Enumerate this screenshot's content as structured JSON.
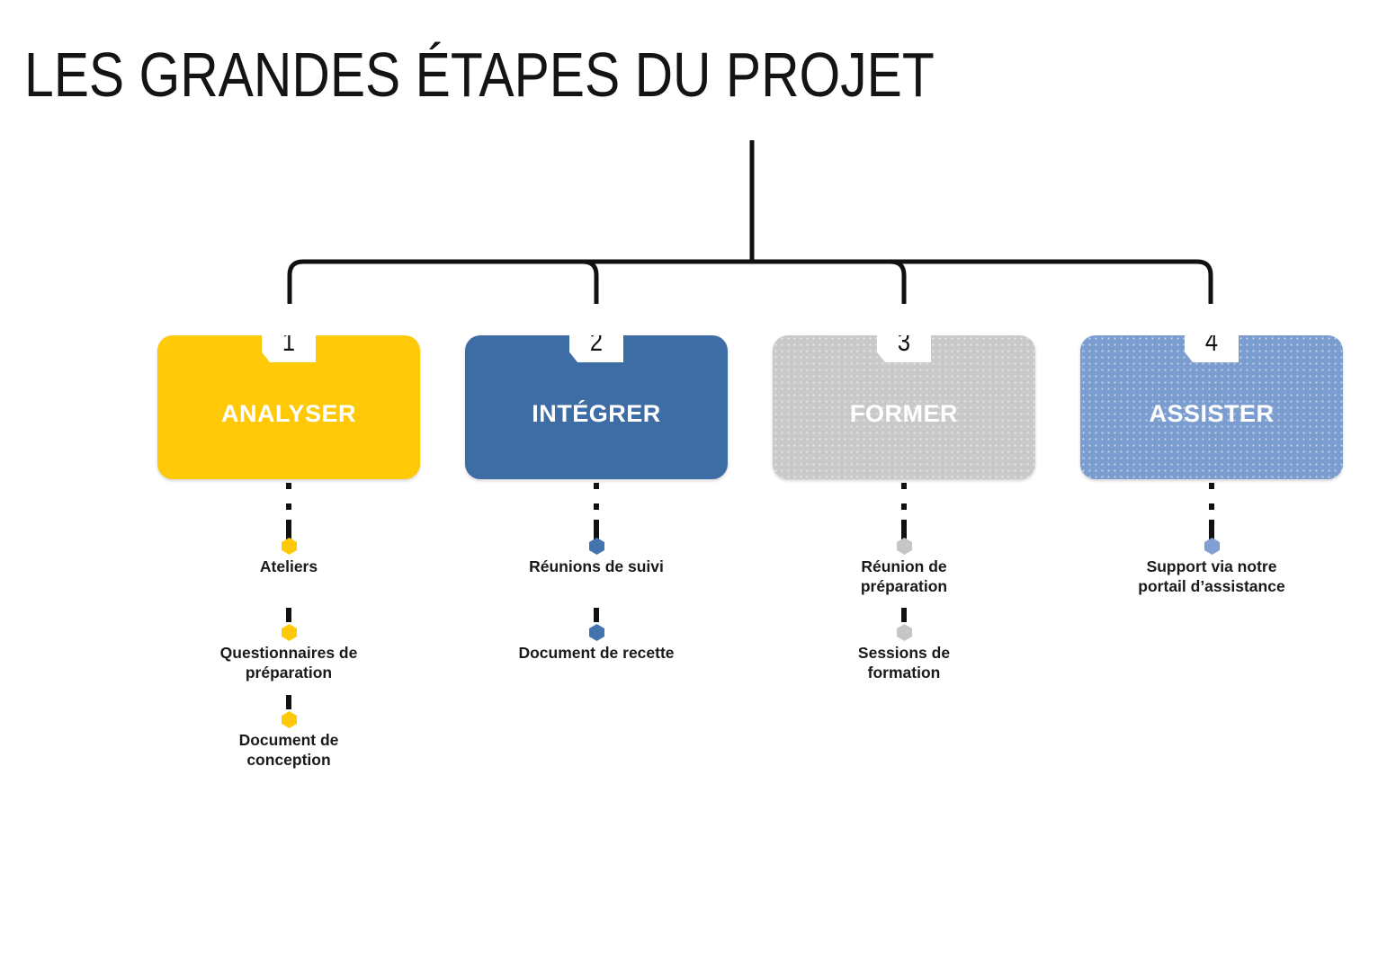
{
  "title": {
    "text": "LES GRANDES ÉTAPES DU PROJET"
  },
  "colors": {
    "yellow": "#FFC908",
    "dark_blue": "#3E6DA5",
    "gray": "#C9C9C9",
    "light_blue": "#7B9CCE",
    "line": "#111111",
    "text": "#1A1A1A",
    "box_text": "#FFFFFF"
  },
  "stages": [
    {
      "number": "1",
      "title": "ANALYSER",
      "color": "#FFC908",
      "bullet_color": "#FFC908",
      "items": [
        {
          "label": "Ateliers"
        },
        {
          "label": "Questionnaires de\npréparation"
        },
        {
          "label": "Document de\nconception"
        }
      ]
    },
    {
      "number": "2",
      "title": "INTÉGRER",
      "color": "#3E6DA5",
      "bullet_color": "#4374AE",
      "items": [
        {
          "label": "Réunions de suivi"
        },
        {
          "label": "Document de recette"
        }
      ]
    },
    {
      "number": "3",
      "title": "FORMER",
      "color": "#C9C9C9",
      "bullet_color": "#C6C6C6",
      "items": [
        {
          "label": "Réunion de\npréparation"
        },
        {
          "label": "Sessions de\nformation"
        }
      ]
    },
    {
      "number": "4",
      "title": "ASSISTER",
      "color": "#7B9CCE",
      "bullet_color": "#7FA0D0",
      "items": [
        {
          "label": "Support via notre\nportail d’assistance"
        }
      ]
    }
  ]
}
